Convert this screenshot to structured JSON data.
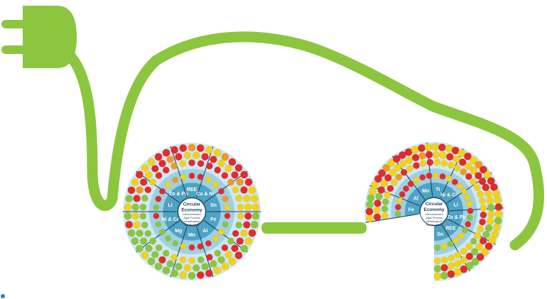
{
  "colors": {
    "cable": "#8cc63f",
    "wheel_ring_outer": "#cfe8f2",
    "wheel_ring_mid": "#9fd0e4",
    "wheel_ring_inner": "#4fa3c4",
    "wheel_core": "#2f86a8",
    "hub_fill": "#ffffff",
    "dot_red": "#e32b2b",
    "dot_yellow": "#f3d21a",
    "dot_green": "#8cc63f",
    "dot_orange": "#f39a1e",
    "divider": "#1c3b55"
  },
  "icons": [
    "plug-icon",
    "cable-line",
    "wheel-diagram"
  ],
  "wheels": {
    "left": {
      "hub_title": "Circular Economy",
      "hub_lines": [
        "Interconnected",
        "Agile Process",
        "Metallurgical",
        "Infrastructure"
      ],
      "sectors": [
        "Fe",
        "Al",
        "Mn",
        "Mg",
        "Ni & Cr",
        "Li",
        "Zn & Pb",
        "REE",
        "Cu & Ni",
        "Sn"
      ]
    },
    "right": {
      "hub_title": "Circular Economy",
      "hub_lines": [
        "Interconnected",
        "Agile Process",
        "Metallurgical",
        "Infrastructure"
      ],
      "sectors": [
        "Fe",
        "Al",
        "Mn",
        "Ti",
        "Ni & Cr",
        "Li",
        "Zn & Pb",
        "REE",
        "Sn"
      ]
    }
  }
}
